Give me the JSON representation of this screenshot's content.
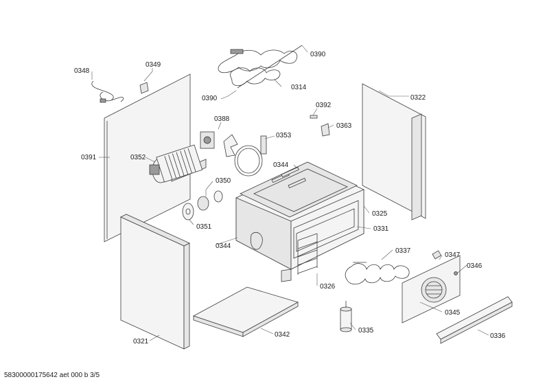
{
  "parts": {
    "p0348": "0348",
    "p0349": "0349",
    "p0390a": "0390",
    "p0390b": "0390",
    "p0314": "0314",
    "p0322": "0322",
    "p0392": "0392",
    "p0363": "0363",
    "p0388": "0388",
    "p0353": "0353",
    "p0391": "0391",
    "p0352": "0352",
    "p0344a": "0344",
    "p0350": "0350",
    "p0325": "0325",
    "p0351": "0351",
    "p0331": "0331",
    "p0344b": "0344",
    "p0337": "0337",
    "p0347": "0347",
    "p0346": "0346",
    "p0326": "0326",
    "p0345": "0345",
    "p0335": "0335",
    "p0336": "0336",
    "p0342": "0342",
    "p0321": "0321"
  },
  "footer": "58300000175642 aet 000 b 3/5"
}
